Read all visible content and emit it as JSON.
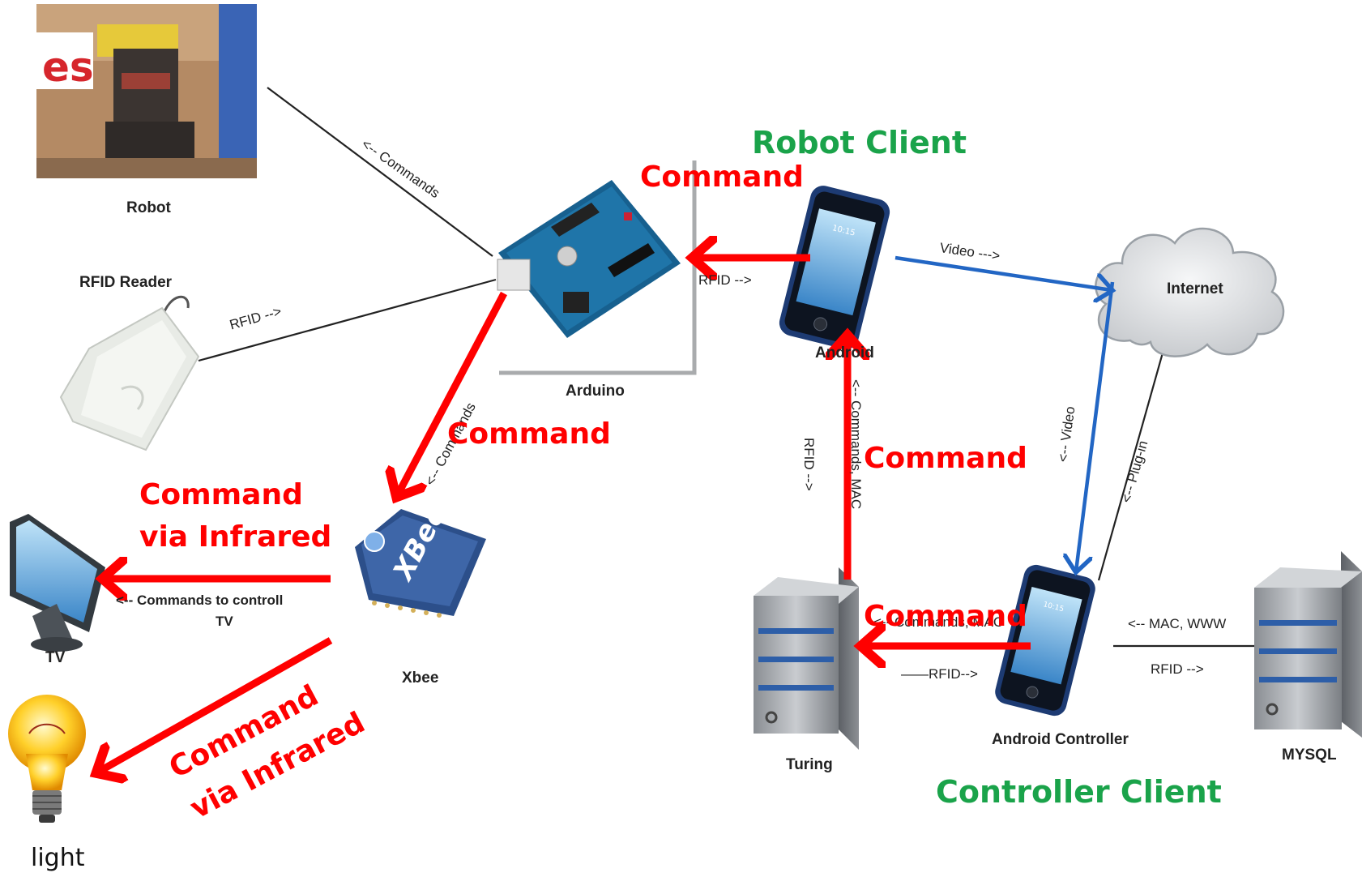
{
  "nodes": {
    "robot": "Robot",
    "rfid_reader": "RFID Reader",
    "arduino": "Arduino",
    "android": "Android",
    "internet": "Internet",
    "xbee": "Xbee",
    "tv": "TV",
    "turing": "Turing",
    "android_controller": "Android Controller",
    "mysql": "MYSQL",
    "light": "light",
    "xbee_chip_text": "XBee",
    "phone_time": "10:15"
  },
  "edge_labels": {
    "robot_arduino": "<-- Commands",
    "rfid_arduino": "RFID -->",
    "arduino_xbee": "<-- Commands",
    "android_arduino": "RFID -->",
    "android_internet": "Video --->",
    "internet_controller_video": "<-- Video",
    "internet_controller_plugin": "<-- Plug-in",
    "turing_android_cmds": "<-- Commands, MAC",
    "turing_android_rfid": "RFID -->",
    "controller_turing_cmds": "<-- Commands, MAC",
    "controller_turing_rfid": "——RFID-->",
    "mysql_controller_mac": "<-- MAC, WWW",
    "mysql_controller_rfid": "RFID -->",
    "xbee_tv_line1": "<-- Commands to controll",
    "xbee_tv_line2": "TV"
  },
  "overlay": {
    "robot_client": "Robot Client",
    "controller_client": "Controller Client",
    "cmd_arduino": "Command",
    "cmd_xbee": "Command",
    "cmd_turing": "Command",
    "cmd_controller": "Command",
    "cmd_tv_line1": "Command",
    "cmd_tv_line2": "via Infrared",
    "cmd_light_line1": "Command",
    "cmd_light_line2": "via Infrared"
  },
  "colors": {
    "red_arrow": "#ff0000",
    "blue_arrow": "#2266c4",
    "green_text": "#1aa34a"
  }
}
